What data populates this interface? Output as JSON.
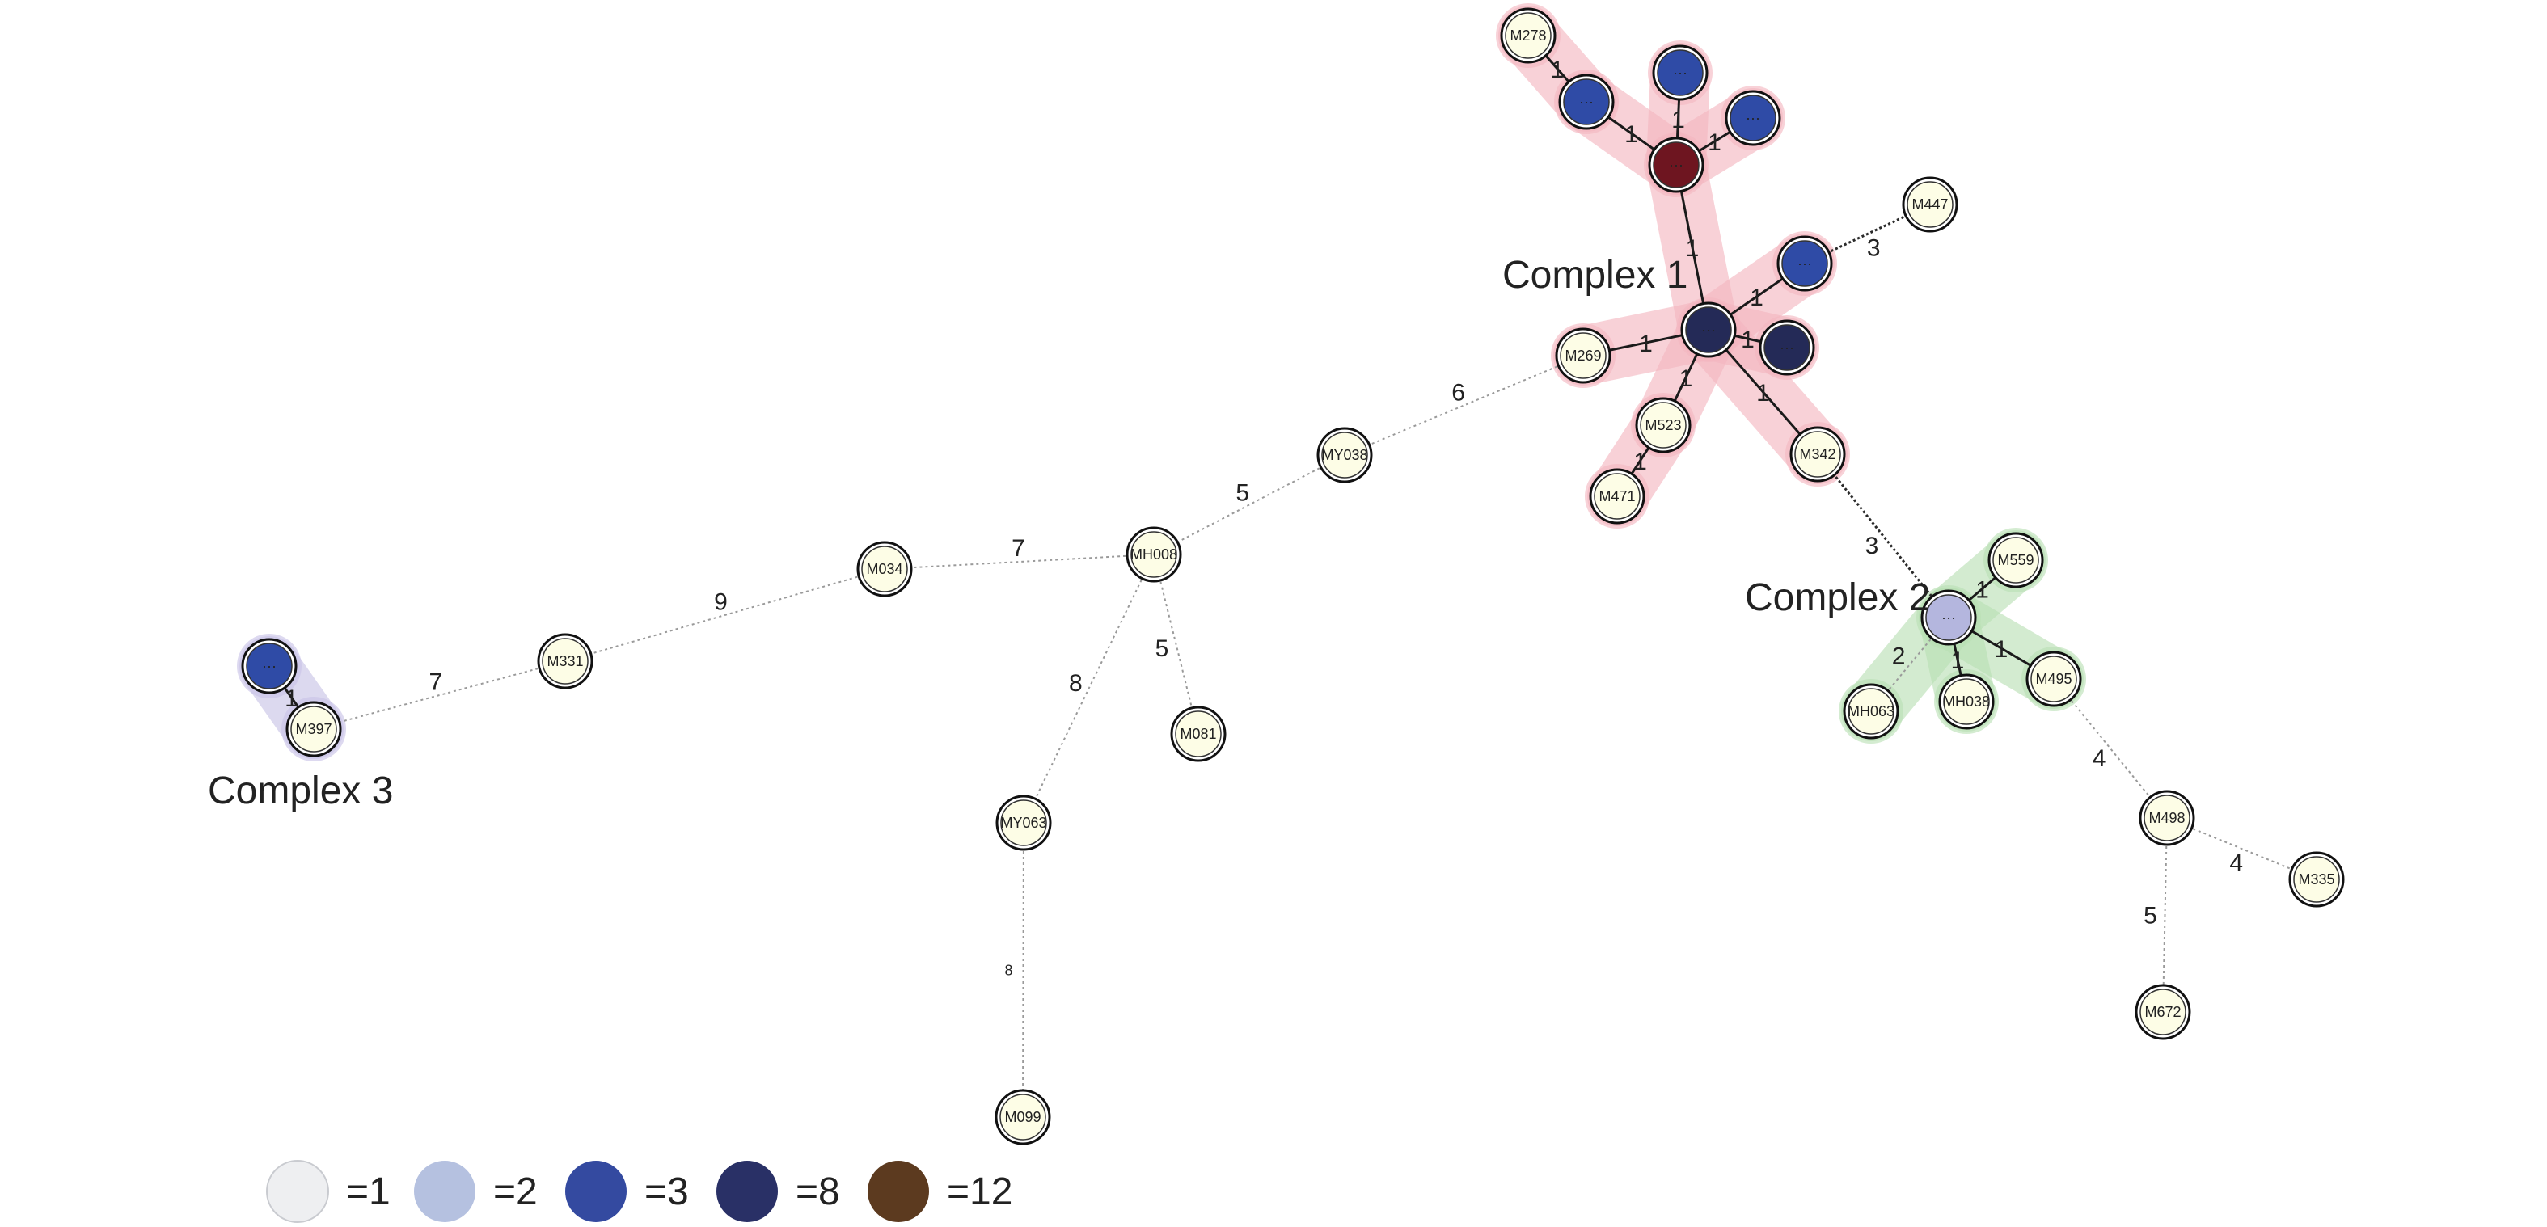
{
  "complexes": [
    {
      "id": "complex-1",
      "label": "Complex 1",
      "color": "#f4b6c0"
    },
    {
      "id": "complex-2",
      "label": "Complex 2",
      "color": "#b9e0b4"
    },
    {
      "id": "complex-3",
      "label": "Complex 3",
      "color": "#c8c2e6"
    }
  ],
  "nodes": [
    {
      "id": "n_M278",
      "label": "M278",
      "kind": "1",
      "complex": "complex-1"
    },
    {
      "id": "n_b1",
      "label": "···",
      "kind": "3",
      "complex": "complex-1"
    },
    {
      "id": "n_b2",
      "label": "···",
      "kind": "3",
      "complex": "complex-1"
    },
    {
      "id": "n_b3",
      "label": "···",
      "kind": "3",
      "complex": "complex-1"
    },
    {
      "id": "n_red",
      "label": "···",
      "kind": "12",
      "complex": "complex-1"
    },
    {
      "id": "n_hub1",
      "label": "···",
      "kind": "8",
      "complex": "complex-1"
    },
    {
      "id": "n_b4",
      "label": "···",
      "kind": "3",
      "complex": "complex-1"
    },
    {
      "id": "n_d1",
      "label": "···",
      "kind": "8",
      "complex": "complex-1"
    },
    {
      "id": "n_M269",
      "label": "M269",
      "kind": "1",
      "complex": "complex-1"
    },
    {
      "id": "n_M523",
      "label": "M523",
      "kind": "1",
      "complex": "complex-1"
    },
    {
      "id": "n_M471",
      "label": "M471",
      "kind": "1",
      "complex": "complex-1"
    },
    {
      "id": "n_M342",
      "label": "M342",
      "kind": "1",
      "complex": "complex-1"
    },
    {
      "id": "n_M447",
      "label": "M447",
      "kind": "1",
      "complex": ""
    },
    {
      "id": "n_MY038",
      "label": "MY038",
      "kind": "1",
      "complex": ""
    },
    {
      "id": "n_MH008",
      "label": "MH008",
      "kind": "1",
      "complex": ""
    },
    {
      "id": "n_M034",
      "label": "M034",
      "kind": "1",
      "complex": ""
    },
    {
      "id": "n_M331",
      "label": "M331",
      "kind": "1",
      "complex": ""
    },
    {
      "id": "n_b5",
      "label": "···",
      "kind": "3",
      "complex": "complex-3"
    },
    {
      "id": "n_M397",
      "label": "M397",
      "kind": "1",
      "complex": "complex-3"
    },
    {
      "id": "n_M081",
      "label": "M081",
      "kind": "1",
      "complex": ""
    },
    {
      "id": "n_MY063",
      "label": "MY063",
      "kind": "1",
      "complex": ""
    },
    {
      "id": "n_M099",
      "label": "M099",
      "kind": "1",
      "complex": ""
    },
    {
      "id": "n_hub2",
      "label": "···",
      "kind": "2",
      "complex": "complex-2"
    },
    {
      "id": "n_M559",
      "label": "M559",
      "kind": "1",
      "complex": "complex-2"
    },
    {
      "id": "n_M495",
      "label": "M495",
      "kind": "1",
      "complex": "complex-2"
    },
    {
      "id": "n_MH038",
      "label": "MH038",
      "kind": "1",
      "complex": "complex-2"
    },
    {
      "id": "n_MH063",
      "label": "MH063",
      "kind": "1",
      "complex": "complex-2"
    },
    {
      "id": "n_M498",
      "label": "M498",
      "kind": "1",
      "complex": ""
    },
    {
      "id": "n_M335",
      "label": "M335",
      "kind": "1",
      "complex": ""
    },
    {
      "id": "n_M672",
      "label": "M672",
      "kind": "1",
      "complex": ""
    }
  ],
  "edges": [
    {
      "from": "n_M278",
      "to": "n_b1",
      "label": "1",
      "style": "solid"
    },
    {
      "from": "n_b1",
      "to": "n_red",
      "label": "1",
      "style": "solid"
    },
    {
      "from": "n_b2",
      "to": "n_red",
      "label": "1",
      "style": "solid"
    },
    {
      "from": "n_b3",
      "to": "n_red",
      "label": "1",
      "style": "solid"
    },
    {
      "from": "n_red",
      "to": "n_hub1",
      "label": "1",
      "style": "solid"
    },
    {
      "from": "n_hub1",
      "to": "n_b4",
      "label": "1",
      "style": "solid"
    },
    {
      "from": "n_hub1",
      "to": "n_d1",
      "label": "1",
      "style": "solid"
    },
    {
      "from": "n_hub1",
      "to": "n_M269",
      "label": "1",
      "style": "solid"
    },
    {
      "from": "n_hub1",
      "to": "n_M523",
      "label": "1",
      "style": "solid"
    },
    {
      "from": "n_M523",
      "to": "n_M471",
      "label": "1",
      "style": "solid"
    },
    {
      "from": "n_hub1",
      "to": "n_M342",
      "label": "1",
      "style": "solid"
    },
    {
      "from": "n_b4",
      "to": "n_M447",
      "label": "3",
      "style": "dark-dotted"
    },
    {
      "from": "n_M342",
      "to": "n_hub2",
      "label": "3",
      "style": "dark-dotted"
    },
    {
      "from": "n_M269",
      "to": "n_MY038",
      "label": "6",
      "style": "dotted"
    },
    {
      "from": "n_MY038",
      "to": "n_MH008",
      "label": "5",
      "style": "dotted"
    },
    {
      "from": "n_MH008",
      "to": "n_M034",
      "label": "7",
      "style": "dotted"
    },
    {
      "from": "n_M034",
      "to": "n_M331",
      "label": "9",
      "style": "dotted"
    },
    {
      "from": "n_M331",
      "to": "n_M397",
      "label": "7",
      "style": "dotted"
    },
    {
      "from": "n_b5",
      "to": "n_M397",
      "label": "1",
      "style": "solid"
    },
    {
      "from": "n_MH008",
      "to": "n_M081",
      "label": "5",
      "style": "dotted"
    },
    {
      "from": "n_MH008",
      "to": "n_MY063",
      "label": "8",
      "style": "dotted"
    },
    {
      "from": "n_MY063",
      "to": "n_M099",
      "label": "8",
      "style": "dotted",
      "small": true
    },
    {
      "from": "n_hub2",
      "to": "n_M559",
      "label": "1",
      "style": "solid"
    },
    {
      "from": "n_hub2",
      "to": "n_M495",
      "label": "1",
      "style": "solid"
    },
    {
      "from": "n_hub2",
      "to": "n_MH038",
      "label": "1",
      "style": "solid"
    },
    {
      "from": "n_hub2",
      "to": "n_MH063",
      "label": "2",
      "style": "dotted"
    },
    {
      "from": "n_M495",
      "to": "n_M498",
      "label": "4",
      "style": "dotted"
    },
    {
      "from": "n_M498",
      "to": "n_M335",
      "label": "4",
      "style": "dotted"
    },
    {
      "from": "n_M498",
      "to": "n_M672",
      "label": "5",
      "style": "dotted"
    }
  ],
  "node_colors": {
    "1": "#fdfde6",
    "2": "#b4b6de",
    "3": "#2f4ba6",
    "8": "#242a57",
    "12": "#6e1520"
  },
  "legend": [
    {
      "label": "=1",
      "color": "#eeeff1"
    },
    {
      "label": "=2",
      "color": "#b5c1e0"
    },
    {
      "label": "=3",
      "color": "#344aa0"
    },
    {
      "label": "=8",
      "color": "#293066"
    },
    {
      "label": "=12",
      "color": "#5c3a1f"
    }
  ]
}
